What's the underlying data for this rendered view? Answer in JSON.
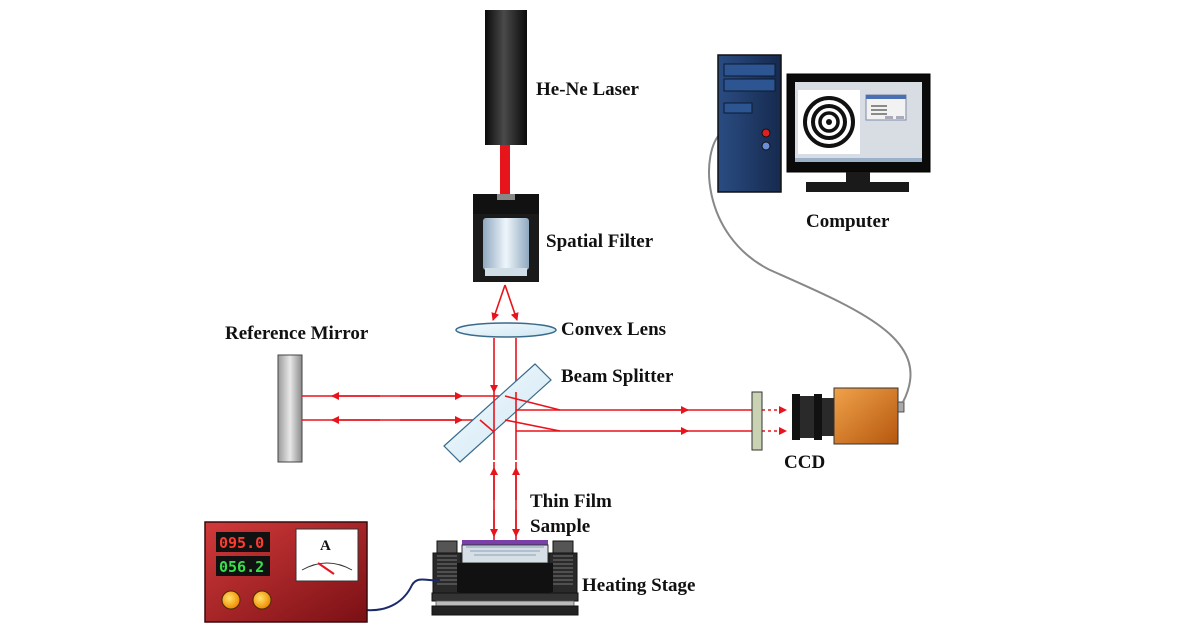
{
  "labels": {
    "laser": "He-Ne Laser",
    "spatial_filter": "Spatial Filter",
    "convex_lens": "Convex Lens",
    "reference_mirror": "Reference Mirror",
    "beam_splitter": "Beam Splitter",
    "computer": "Computer",
    "ccd": "CCD",
    "thin_film_line1": "Thin Film",
    "thin_film_line2": "Sample",
    "heating_stage": "Heating Stage"
  },
  "controller": {
    "display_top": "095.0",
    "display_bottom": "056.2",
    "meter_unit": "A"
  },
  "colors": {
    "beam": "#e8141c",
    "computer_tower": "#1f3a66",
    "ccd_body": "#d9781e",
    "controller_panel": "#b8242a",
    "segment_red": "#ff3b30",
    "segment_green": "#35e04a"
  }
}
